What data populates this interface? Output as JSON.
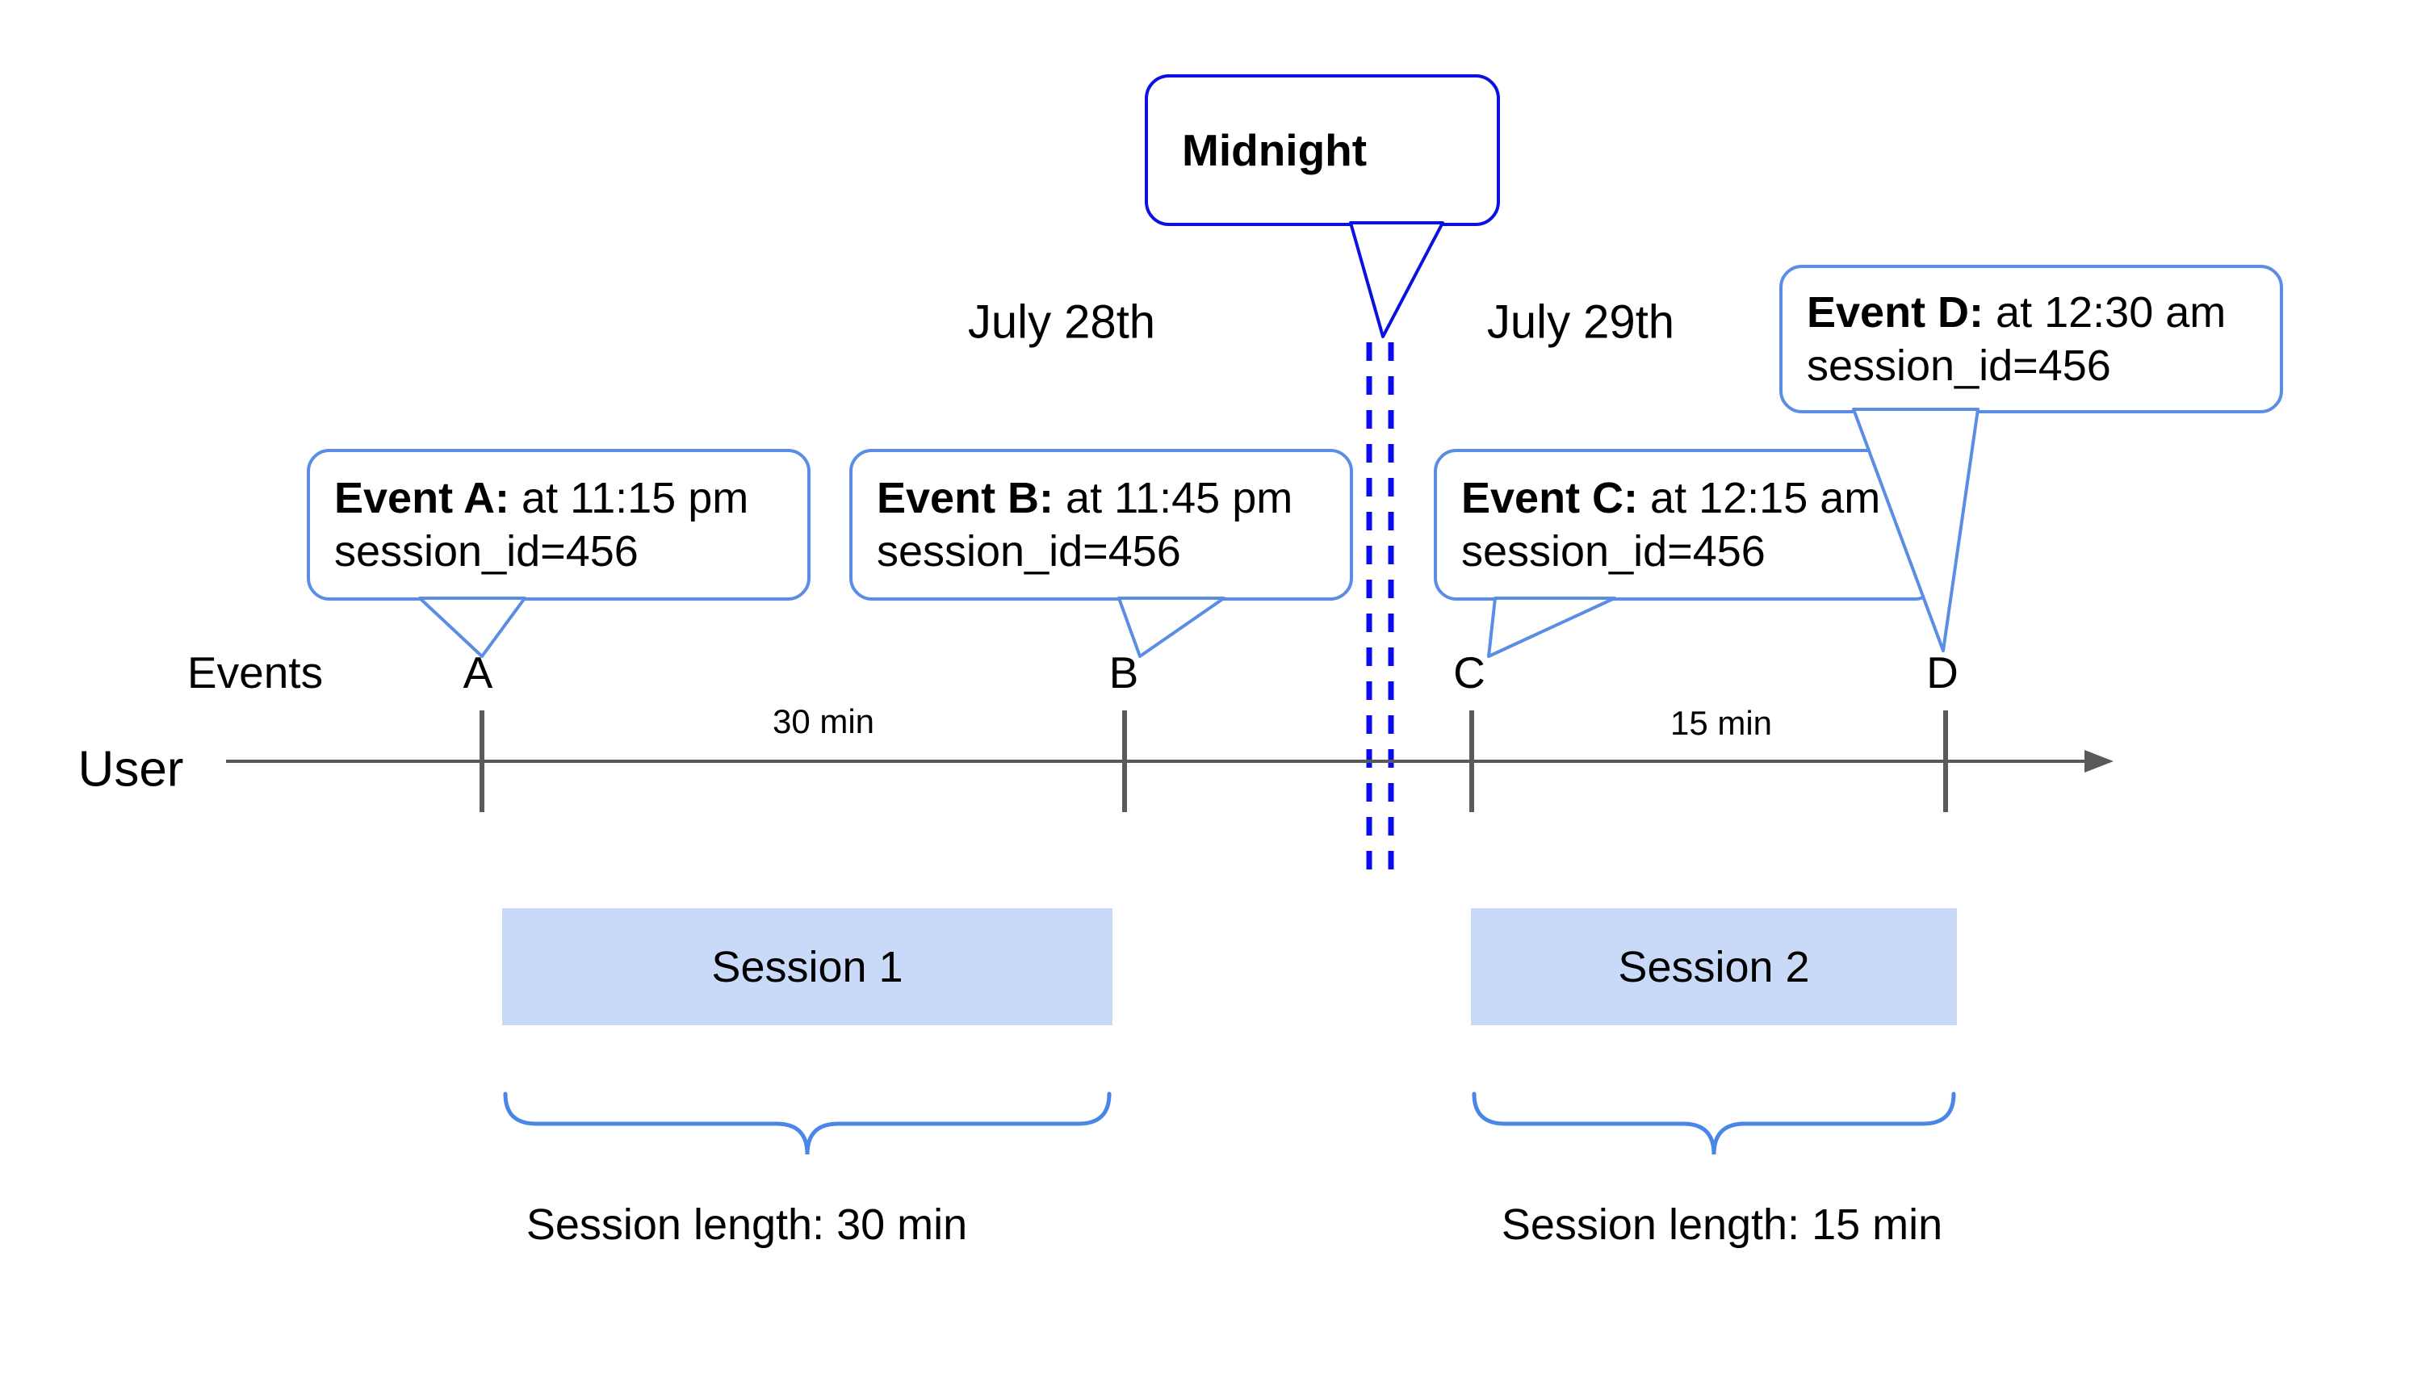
{
  "colors": {
    "event_bubble_border": "#5b8de4",
    "midnight_bubble_border": "#0b12e0",
    "midnight_dashes": "#0b0bef",
    "timeline": "#595959",
    "tick": "#5a5a5a",
    "session_box_fill": "#c9daf8",
    "brace": "#4a86e8",
    "text": "#000000"
  },
  "header": {
    "midnight_label": "Midnight",
    "date_left": "July 28th",
    "date_right": "July 29th"
  },
  "axis": {
    "events_label": "Events",
    "user_label": "User"
  },
  "marks": [
    {
      "letter": "A"
    },
    {
      "letter": "B"
    },
    {
      "letter": "C"
    },
    {
      "letter": "D"
    }
  ],
  "bubbles": [
    {
      "title": "Event A:",
      "time": " at 11:15 pm",
      "session": "session_id=456"
    },
    {
      "title": "Event B:",
      "time": " at 11:45 pm",
      "session": "session_id=456"
    },
    {
      "title": "Event C:",
      "time": " at 12:15 am",
      "session": "session_id=456"
    },
    {
      "title": "Event D:",
      "time": " at 12:30 am",
      "session": "session_id=456"
    }
  ],
  "intervals": [
    {
      "label": "30 min"
    },
    {
      "label": "15 min"
    }
  ],
  "sessions": [
    {
      "name": "Session 1",
      "length": "Session length: 30 min"
    },
    {
      "name": "Session 2",
      "length": "Session length: 15 min"
    }
  ]
}
